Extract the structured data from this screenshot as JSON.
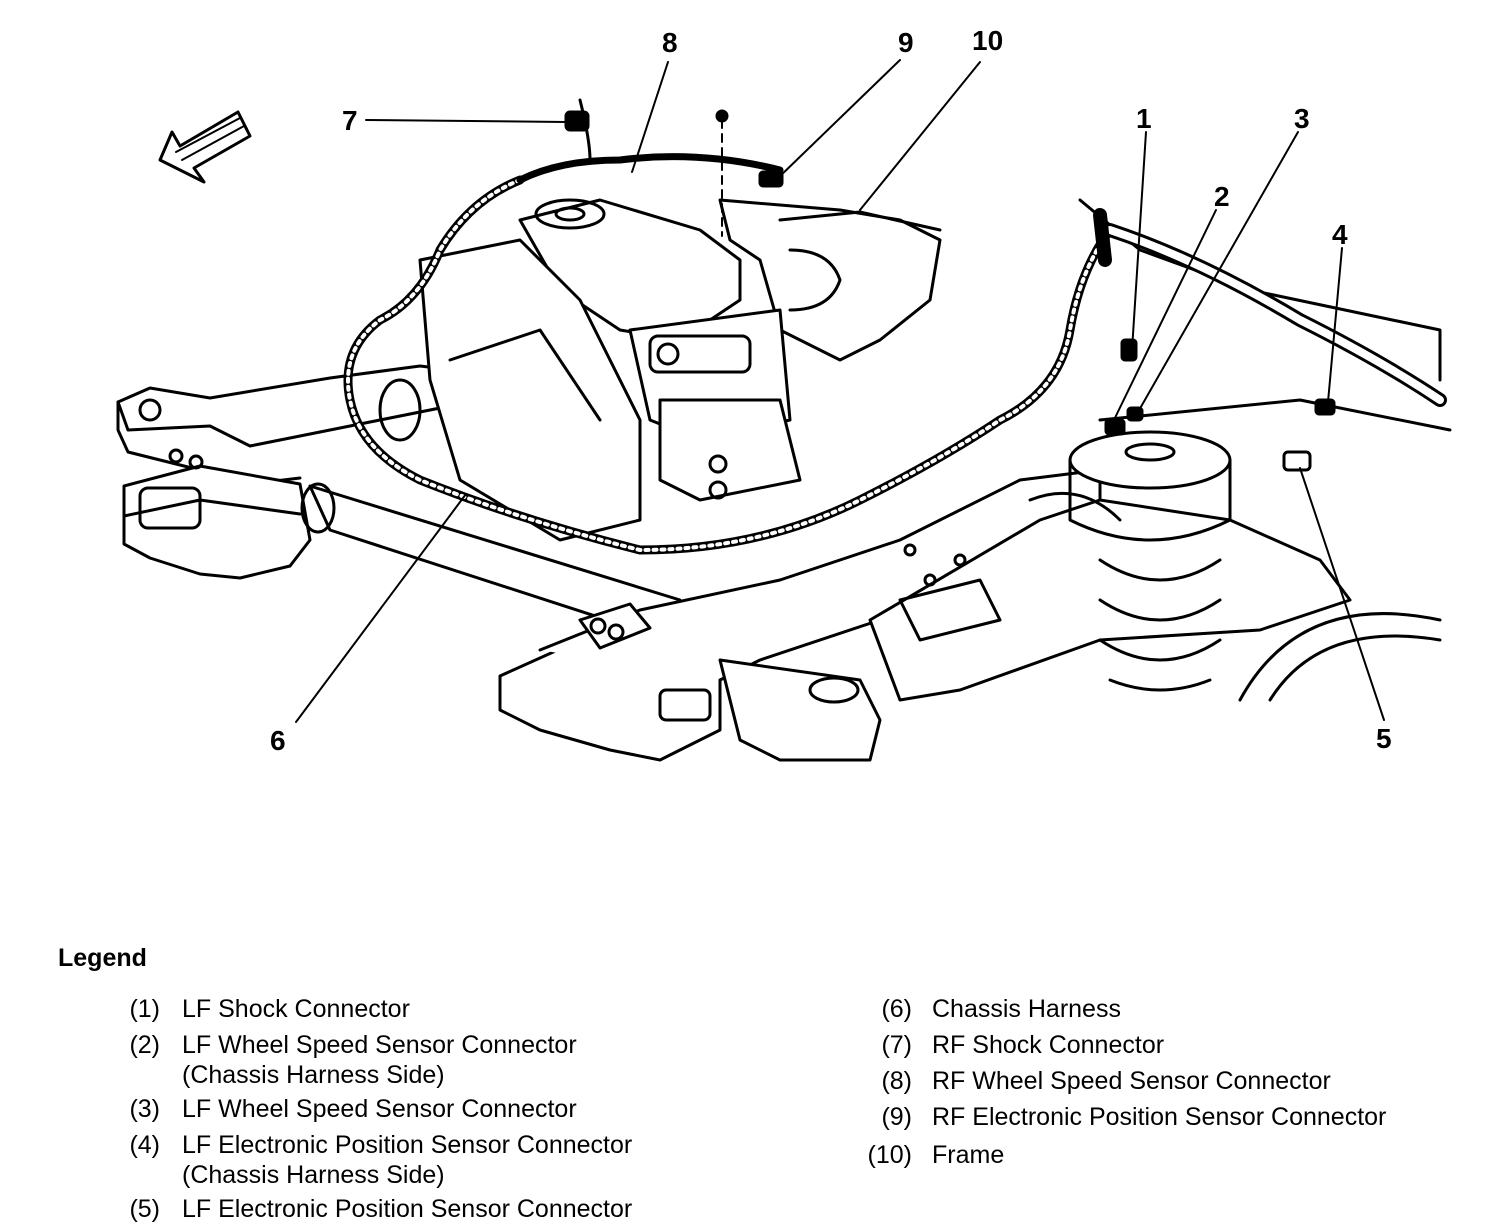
{
  "legend": {
    "title": "Legend",
    "items": [
      {
        "num": "(1)",
        "text": "LF Shock Connector",
        "sub": ""
      },
      {
        "num": "(2)",
        "text": "LF Wheel Speed Sensor Connector",
        "sub": "(Chassis Harness Side)"
      },
      {
        "num": "(3)",
        "text": "LF Wheel Speed Sensor Connector",
        "sub": ""
      },
      {
        "num": "(4)",
        "text": "LF Electronic Position Sensor Connector",
        "sub": "(Chassis Harness Side)"
      },
      {
        "num": "(5)",
        "text": "LF Electronic Position Sensor Connector",
        "sub": ""
      },
      {
        "num": "(6)",
        "text": "Chassis Harness",
        "sub": ""
      },
      {
        "num": "(7)",
        "text": "RF Shock Connector",
        "sub": ""
      },
      {
        "num": "(8)",
        "text": "RF Wheel Speed Sensor Connector",
        "sub": ""
      },
      {
        "num": "(9)",
        "text": "RF Electronic Position Sensor Connector",
        "sub": ""
      },
      {
        "num": "(10)",
        "text": "Frame",
        "sub": ""
      }
    ]
  },
  "callouts": [
    "1",
    "2",
    "3",
    "4",
    "5",
    "6",
    "7",
    "8",
    "9",
    "10"
  ],
  "colors": {
    "ink": "#000000",
    "paper": "#ffffff"
  },
  "icons": [
    "forward-arrow-icon"
  ]
}
